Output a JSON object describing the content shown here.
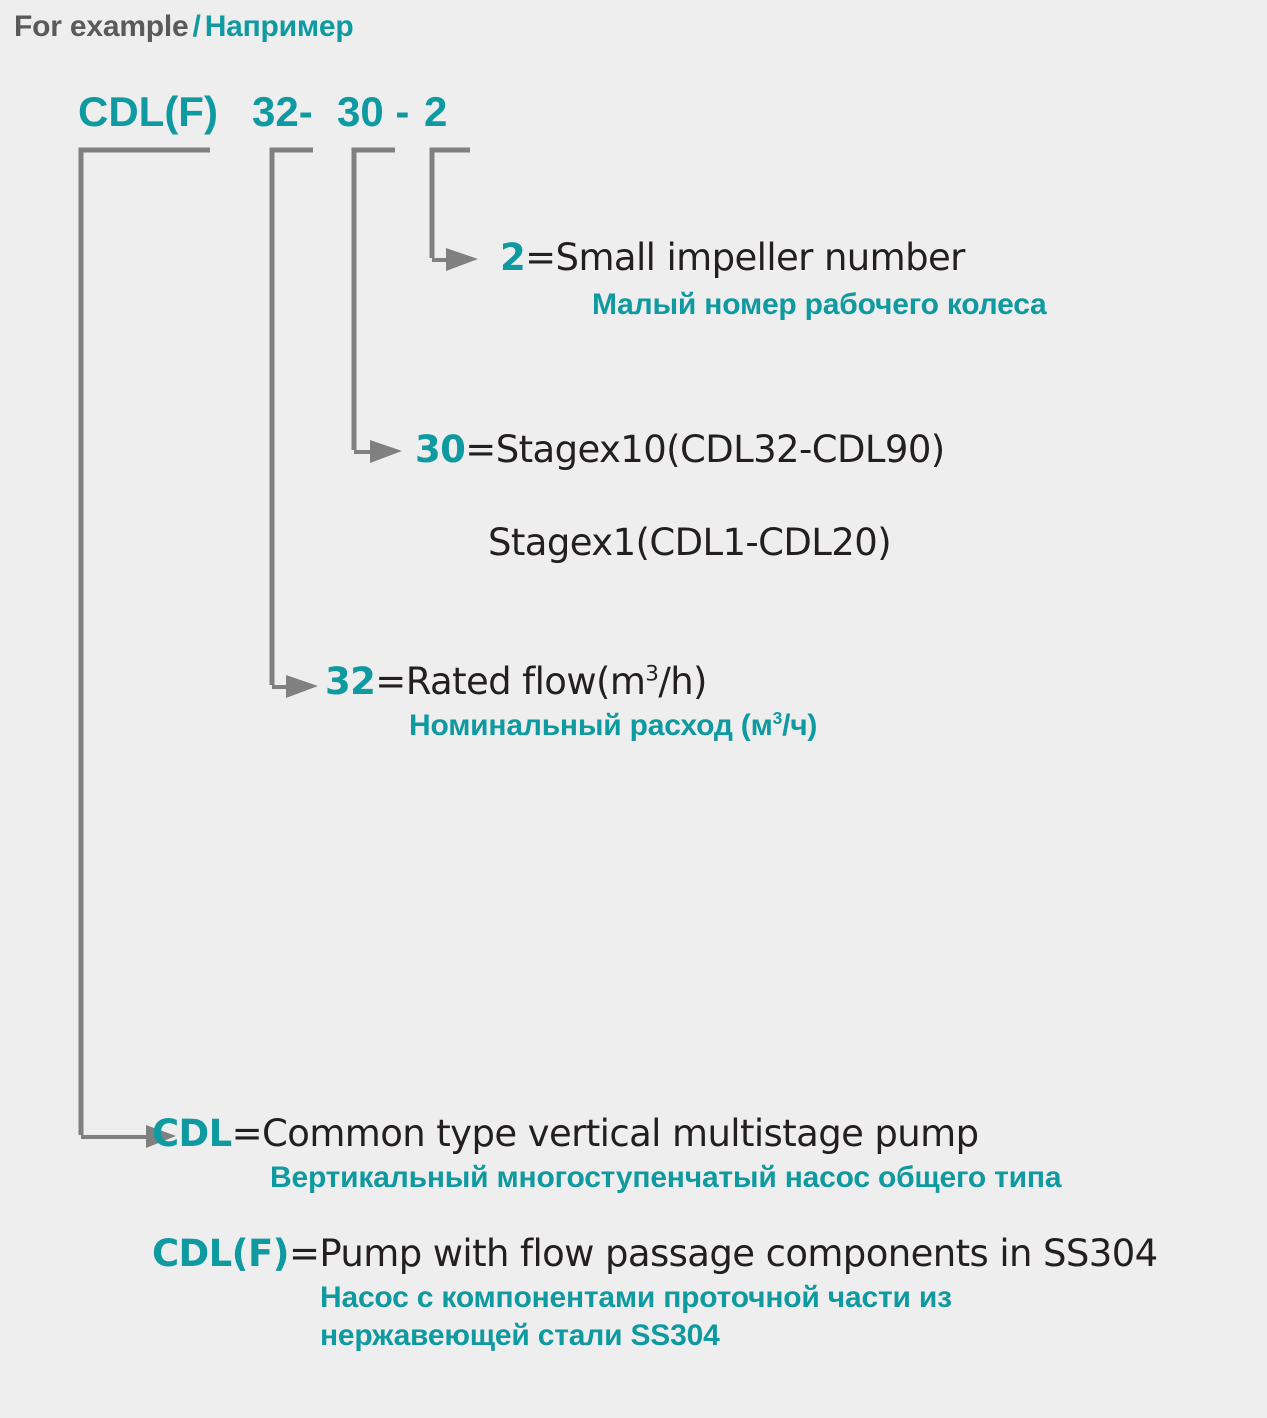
{
  "header": {
    "english": "For example",
    "separator": "/",
    "russian": "Например"
  },
  "model_code": {
    "segment_type": "CDL(F)",
    "segment_flow": "32-",
    "segment_stage": "30 -",
    "segment_impeller": "2"
  },
  "colors": {
    "accent_teal": "#0e9aa0",
    "dark_text": "#231f20",
    "header_gray": "#5a5a5a",
    "leader_gray": "#808080",
    "background": "#eeeeee"
  },
  "callouts": {
    "impeller": {
      "key": "2",
      "english": "=Small impeller number",
      "russian": "Малый номер рабочего колеса"
    },
    "stage": {
      "key": "30",
      "english": "=Stagex10(CDL32-CDL90)",
      "english_line2": "Stagex1(CDL1-CDL20)"
    },
    "flow": {
      "key": "32",
      "english_prefix": "=Rated flow(m",
      "english_sup": "3",
      "english_suffix": "/h)",
      "russian_prefix": "Номинальный расход (м",
      "russian_sup": "3",
      "russian_suffix": "/ч)"
    },
    "cdl": {
      "key": "CDL",
      "english": "=Common type vertical multistage pump",
      "russian": "Вертикальный многоступенчатый насос общего типа"
    },
    "cdlf": {
      "key": "CDL(F)",
      "english": "=Pump with flow passage components in SS304",
      "russian": "Насос с компонентами проточной части из",
      "russian_line2": "нержавеющей стали SS304"
    }
  }
}
